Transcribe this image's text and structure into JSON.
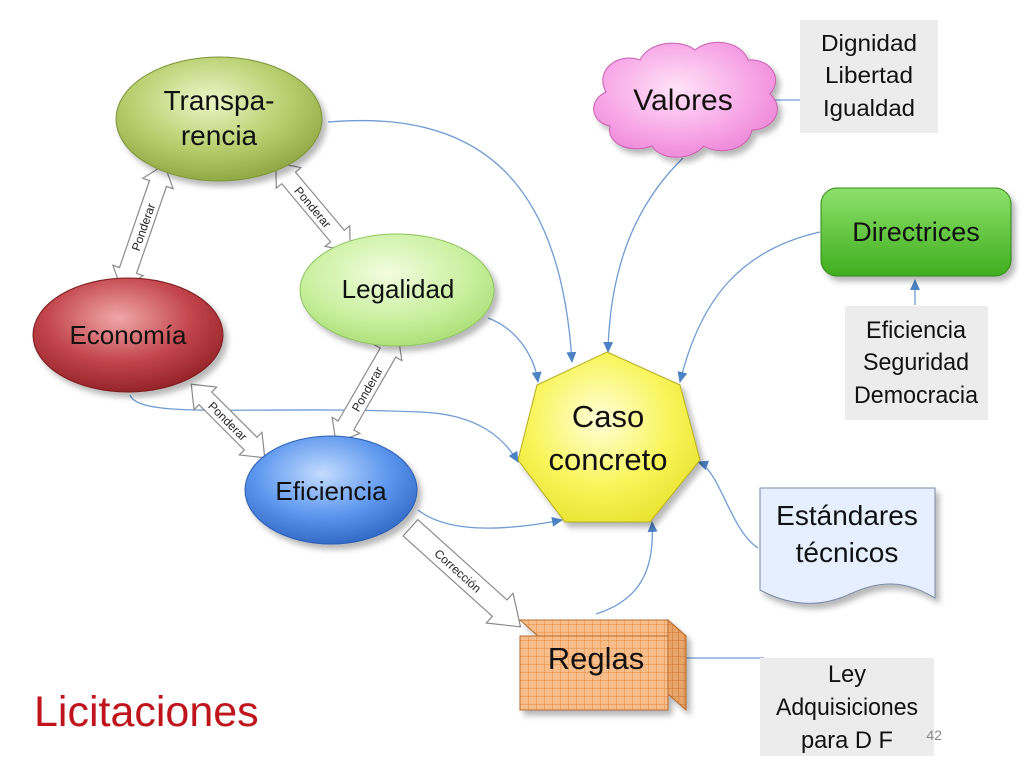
{
  "title": "Licitaciones",
  "page_number": "42",
  "nodes": {
    "transparencia": [
      "Transpa-",
      "rencia"
    ],
    "legalidad": "Legalidad",
    "economia": "Economía",
    "eficiencia": "Eficiencia",
    "caso": [
      "Caso",
      "concreto"
    ],
    "valores": "Valores",
    "directrices": "Directrices",
    "estandares": [
      "Estándares",
      "técnicos"
    ],
    "reglas": "Reglas"
  },
  "notes": {
    "valores": [
      "Dignidad",
      "Libertad",
      "Igualdad"
    ],
    "directrices": [
      "Eficiencia",
      "Seguridad",
      "Democracia"
    ],
    "reglas": [
      "Ley",
      "Adquisiciones",
      "para D F"
    ]
  },
  "arrow_labels": {
    "ponderar": "Ponderar",
    "correccion": "Corrección"
  },
  "colors": {
    "title": "#c0141c",
    "transparencia": "#b5cc6e",
    "legalidad": "#c7ef9e",
    "economia": "#b4353a",
    "eficiencia": "#4a86e2",
    "caso": "#fbf74a",
    "valores": "#f79be3",
    "directrices": "#5ec93a",
    "reglas": "#f6b882",
    "connector": "#5b8fca"
  }
}
